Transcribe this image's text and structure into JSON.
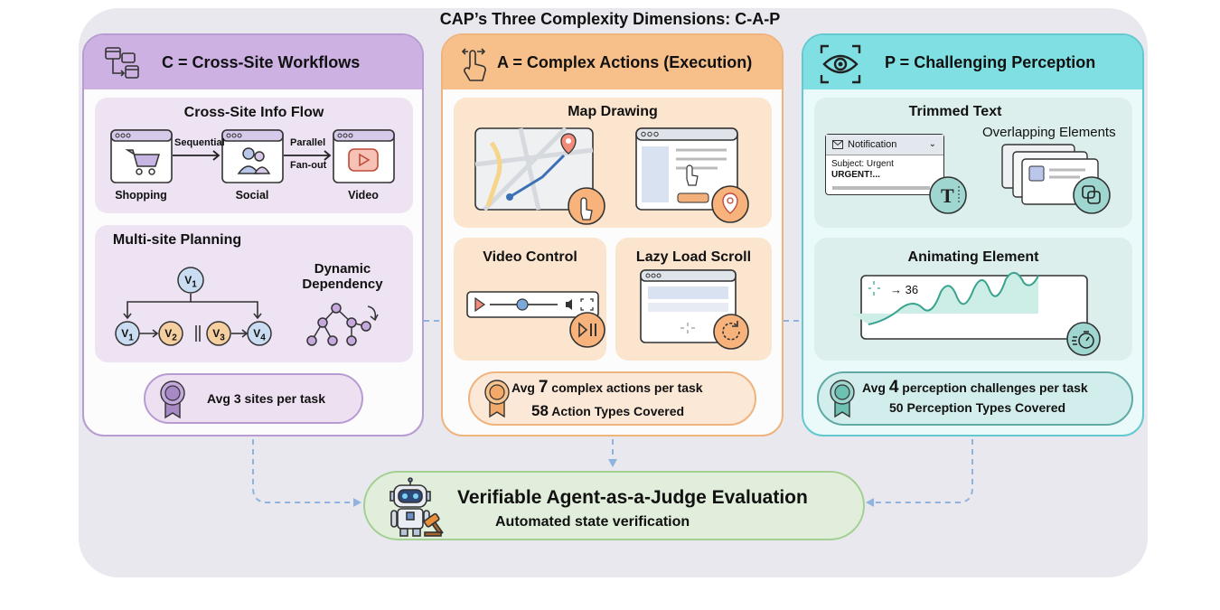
{
  "title": "CAP’s Three Complexity Dimensions: C-A-P",
  "columns": {
    "c": {
      "header": "C = Cross-Site Workflows",
      "panel1": {
        "title": "Cross-Site Info Flow",
        "sites": [
          "Shopping",
          "Social",
          "Video"
        ],
        "arrow1": "Sequential",
        "arrow2_line1": "Parallel",
        "arrow2_line2": "Fan-out"
      },
      "panel2": {
        "title": "Multi-site Planning",
        "nodes": [
          "V1",
          "V1",
          "V2",
          "V3",
          "V4"
        ],
        "dep_line1": "Dynamic",
        "dep_line2": "Dependency"
      },
      "stat": "Avg 3 sites per task"
    },
    "a": {
      "header": "A = Complex Actions (Execution)",
      "panel1": {
        "title": "Map Drawing"
      },
      "panel2": {
        "title": "Video Control"
      },
      "panel3": {
        "title": "Lazy Load Scroll"
      },
      "stat": {
        "pre": "Avg",
        "num": "7",
        "post": "complex actions per task",
        "line2_num": "58",
        "line2_text": "Action Types Covered"
      }
    },
    "p": {
      "header": "P = Challenging Perception",
      "panel1": {
        "title": "Trimmed Text",
        "notif_title": "Notification",
        "notif_subject": "Subject: Urgent",
        "notif_body": "URGENT!...",
        "overlap_label": "Overlapping Elements"
      },
      "panel2": {
        "title": "Animating Element",
        "counter": "→ 36"
      },
      "stat": {
        "pre": "Avg",
        "num": "4",
        "post": "perception challenges per task",
        "line2": "50 Perception Types Covered"
      }
    }
  },
  "judge": {
    "title": "Verifiable Agent-as-a-Judge Evaluation",
    "subtitle": "Automated state verification"
  },
  "colors": {
    "c_header": "#ccb1e2",
    "a_header": "#f7bf8a",
    "p_header": "#7fdfe3",
    "judge_bg": "#e1eedb",
    "arrow": "#8fb3de"
  },
  "icons": [
    "sitemap-icon",
    "touch-gesture-icon",
    "eye-scan-icon",
    "cart-icon",
    "users-icon",
    "play-icon",
    "map-pin-icon",
    "tap-hand-icon",
    "award-ribbon-icon",
    "robot-judge-icon",
    "stopwatch-icon",
    "text-t-icon",
    "layers-icon",
    "refresh-icon"
  ]
}
